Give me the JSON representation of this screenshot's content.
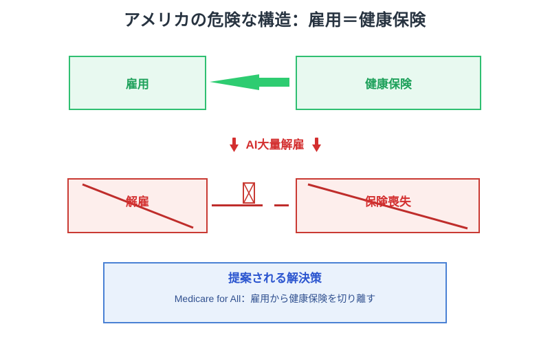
{
  "title": "アメリカの危険な構造：雇用＝健康保険",
  "flow": {
    "employment_label": "雇用",
    "health_insurance_label": "健康保険"
  },
  "cause": {
    "label": "AI大量解雇"
  },
  "impact": {
    "layoff_label": "解雇",
    "insurance_loss_label": "保険喪失"
  },
  "solution": {
    "heading": "提案される解決策",
    "description": "Medicare for All：雇用から健康保険を切り離す"
  },
  "icons": {
    "flow_arrow": "left-arrow-icon",
    "cause_arrows": "down-arrow-icon",
    "broken_glyph": "missing-glyph-icon",
    "strikethrough": "strikethrough-line"
  },
  "colors": {
    "title_text": "#273340",
    "green_border": "#2fbf71",
    "green_bg": "#e8f9f0",
    "green_text": "#1ea15b",
    "green_arrow": "#2ecc71",
    "red_border": "#c93a33",
    "red_bg": "#fdeeec",
    "red_text": "#d32f2f",
    "red_line": "#bf2d2b",
    "blue_border": "#4a81d4",
    "blue_bg": "#eaf2fc",
    "blue_heading": "#2b55cf",
    "blue_text": "#30508f",
    "page_bg": "#ffffff"
  }
}
